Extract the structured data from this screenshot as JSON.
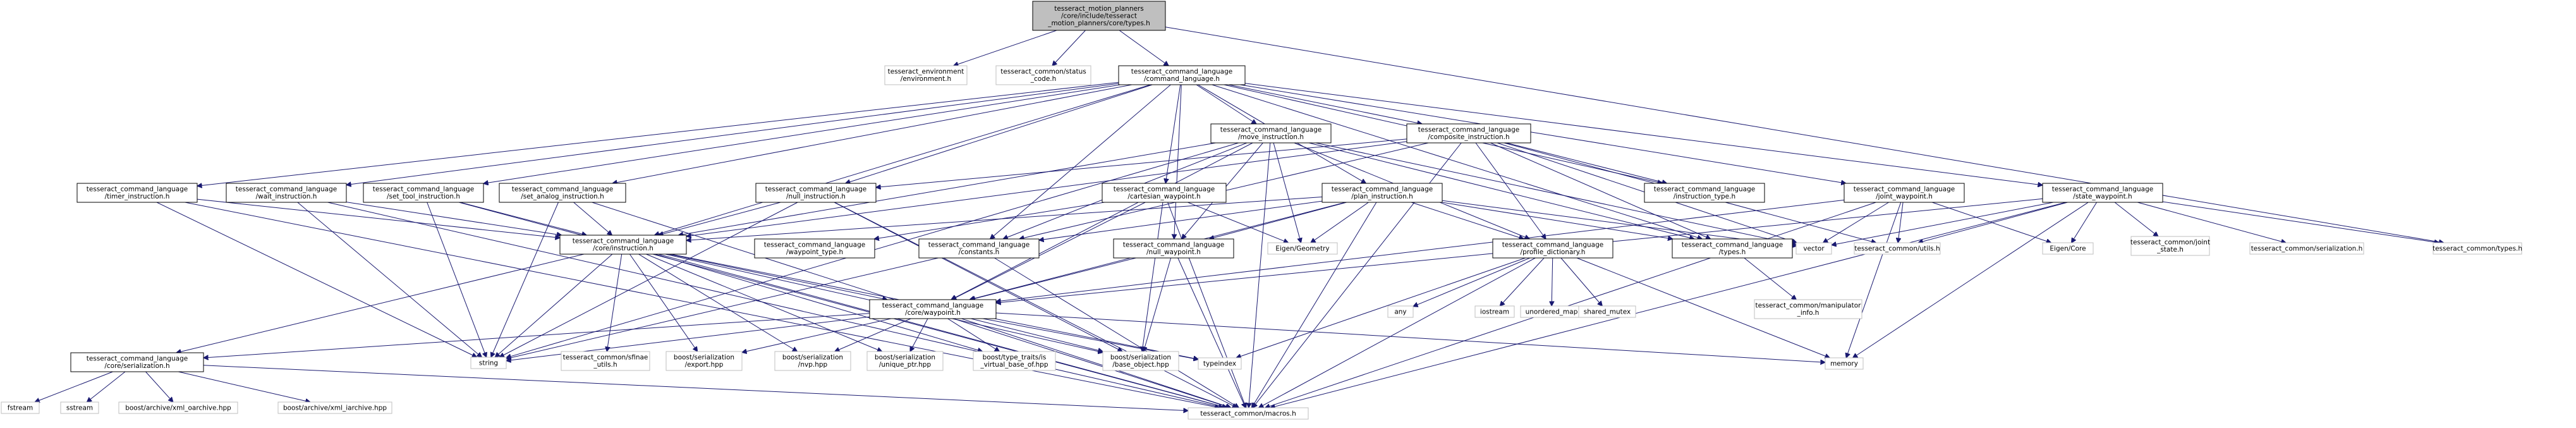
{
  "graph": {
    "colors": {
      "edge": "#191970",
      "normal_border": "#000000",
      "normal_fill": "#ffffff",
      "external_border": "#bfbfbf",
      "external_fill": "#ffffff",
      "root_fill": "#bfbfbf",
      "text": "#000000"
    },
    "nodes": [
      {
        "id": "root",
        "lines": [
          "tesseract_motion_planners",
          "/core/include/tesseract",
          "_motion_planners/core/types.h"
        ],
        "style": "root"
      },
      {
        "id": "env",
        "lines": [
          "tesseract_environment",
          "/environment.h"
        ],
        "style": "external"
      },
      {
        "id": "status",
        "lines": [
          "tesseract_common/status",
          "_code.h"
        ],
        "style": "external"
      },
      {
        "id": "cmdlang",
        "lines": [
          "tesseract_command_language",
          "/command_language.h"
        ],
        "style": "normal"
      },
      {
        "id": "move",
        "lines": [
          "tesseract_command_language",
          "/move_instruction.h"
        ],
        "style": "normal"
      },
      {
        "id": "composite",
        "lines": [
          "tesseract_command_language",
          "/composite_instruction.h"
        ],
        "style": "normal"
      },
      {
        "id": "timer",
        "lines": [
          "tesseract_command_language",
          "/timer_instruction.h"
        ],
        "style": "normal"
      },
      {
        "id": "wait",
        "lines": [
          "tesseract_command_language",
          "/wait_instruction.h"
        ],
        "style": "normal"
      },
      {
        "id": "settool",
        "lines": [
          "tesseract_command_language",
          "/set_tool_instruction.h"
        ],
        "style": "normal"
      },
      {
        "id": "setanalog",
        "lines": [
          "tesseract_command_language",
          "/set_analog_instruction.h"
        ],
        "style": "normal"
      },
      {
        "id": "nullinstr",
        "lines": [
          "tesseract_command_language",
          "/null_instruction.h"
        ],
        "style": "normal"
      },
      {
        "id": "cartesian",
        "lines": [
          "tesseract_command_language",
          "/cartesian_waypoint.h"
        ],
        "style": "normal"
      },
      {
        "id": "plan",
        "lines": [
          "tesseract_command_language",
          "/plan_instruction.h"
        ],
        "style": "normal"
      },
      {
        "id": "insttype",
        "lines": [
          "tesseract_command_language",
          "/instruction_type.h"
        ],
        "style": "normal"
      },
      {
        "id": "joint",
        "lines": [
          "tesseract_command_language",
          "/joint_waypoint.h"
        ],
        "style": "normal"
      },
      {
        "id": "state",
        "lines": [
          "tesseract_command_language",
          "/state_waypoint.h"
        ],
        "style": "normal"
      },
      {
        "id": "coreinstr",
        "lines": [
          "tesseract_command_language",
          "/core/instruction.h"
        ],
        "style": "normal"
      },
      {
        "id": "wptype",
        "lines": [
          "tesseract_command_language",
          "/waypoint_type.h"
        ],
        "style": "normal"
      },
      {
        "id": "constants",
        "lines": [
          "tesseract_command_language",
          "/constants.h"
        ],
        "style": "normal"
      },
      {
        "id": "nullwp",
        "lines": [
          "tesseract_command_language",
          "/null_waypoint.h"
        ],
        "style": "normal"
      },
      {
        "id": "eigeo",
        "lines": [
          "Eigen/Geometry"
        ],
        "style": "external"
      },
      {
        "id": "profdict",
        "lines": [
          "tesseract_command_language",
          "/profile_dictionary.h"
        ],
        "style": "normal"
      },
      {
        "id": "cltypes",
        "lines": [
          "tesseract_command_language",
          "/types.h"
        ],
        "style": "normal"
      },
      {
        "id": "vector",
        "lines": [
          "vector"
        ],
        "style": "external"
      },
      {
        "id": "cutils",
        "lines": [
          "tesseract_common/utils.h"
        ],
        "style": "external"
      },
      {
        "id": "eicore",
        "lines": [
          "Eigen/Core"
        ],
        "style": "external"
      },
      {
        "id": "jstate",
        "lines": [
          "tesseract_common/joint",
          "_state.h"
        ],
        "style": "external"
      },
      {
        "id": "cser",
        "lines": [
          "tesseract_common/serialization.h"
        ],
        "style": "external"
      },
      {
        "id": "ctypes",
        "lines": [
          "tesseract_common/types.h"
        ],
        "style": "external"
      },
      {
        "id": "corewp",
        "lines": [
          "tesseract_command_language",
          "/core/waypoint.h"
        ],
        "style": "normal"
      },
      {
        "id": "any",
        "lines": [
          "any"
        ],
        "style": "external"
      },
      {
        "id": "iostream",
        "lines": [
          "iostream"
        ],
        "style": "external"
      },
      {
        "id": "umap",
        "lines": [
          "unordered_map"
        ],
        "style": "external"
      },
      {
        "id": "smutex",
        "lines": [
          "shared_mutex"
        ],
        "style": "external"
      },
      {
        "id": "manip",
        "lines": [
          "tesseract_common/manipulator",
          "_info.h"
        ],
        "style": "external"
      },
      {
        "id": "coreser",
        "lines": [
          "tesseract_command_language",
          "/core/serialization.h"
        ],
        "style": "normal"
      },
      {
        "id": "string",
        "lines": [
          "string"
        ],
        "style": "external"
      },
      {
        "id": "sfinae",
        "lines": [
          "tesseract_common/sfinae",
          "_utils.h"
        ],
        "style": "external"
      },
      {
        "id": "bexport",
        "lines": [
          "boost/serialization",
          "/export.hpp"
        ],
        "style": "external"
      },
      {
        "id": "bnvp",
        "lines": [
          "boost/serialization",
          "/nvp.hpp"
        ],
        "style": "external"
      },
      {
        "id": "buniq",
        "lines": [
          "boost/serialization",
          "/unique_ptr.hpp"
        ],
        "style": "external"
      },
      {
        "id": "btraits",
        "lines": [
          "boost/type_traits/is",
          "_virtual_base_of.hpp"
        ],
        "style": "external"
      },
      {
        "id": "bbase",
        "lines": [
          "boost/serialization",
          "/base_object.hpp"
        ],
        "style": "external"
      },
      {
        "id": "typeindex",
        "lines": [
          "typeindex"
        ],
        "style": "external"
      },
      {
        "id": "memory",
        "lines": [
          "memory"
        ],
        "style": "external"
      },
      {
        "id": "fstream",
        "lines": [
          "fstream"
        ],
        "style": "external"
      },
      {
        "id": "sstream",
        "lines": [
          "sstream"
        ],
        "style": "external"
      },
      {
        "id": "xmlo",
        "lines": [
          "boost/archive/xml_oarchive.hpp"
        ],
        "style": "external"
      },
      {
        "id": "xmli",
        "lines": [
          "boost/archive/xml_iarchive.hpp"
        ],
        "style": "external"
      },
      {
        "id": "macros",
        "lines": [
          "tesseract_common/macros.h"
        ],
        "style": "external"
      }
    ],
    "edges": [
      [
        "root",
        "env"
      ],
      [
        "root",
        "status"
      ],
      [
        "root",
        "cmdlang"
      ],
      [
        "root",
        "ctypes"
      ],
      [
        "cmdlang",
        "move"
      ],
      [
        "cmdlang",
        "composite"
      ],
      [
        "cmdlang",
        "timer"
      ],
      [
        "cmdlang",
        "wait"
      ],
      [
        "cmdlang",
        "settool"
      ],
      [
        "cmdlang",
        "setanalog"
      ],
      [
        "cmdlang",
        "nullinstr"
      ],
      [
        "cmdlang",
        "cartesian"
      ],
      [
        "cmdlang",
        "plan"
      ],
      [
        "cmdlang",
        "insttype"
      ],
      [
        "cmdlang",
        "joint"
      ],
      [
        "cmdlang",
        "state"
      ],
      [
        "cmdlang",
        "constants"
      ],
      [
        "cmdlang",
        "nullwp"
      ],
      [
        "cmdlang",
        "cltypes"
      ],
      [
        "cmdlang",
        "coreinstr"
      ],
      [
        "move",
        "coreinstr"
      ],
      [
        "move",
        "constants"
      ],
      [
        "move",
        "nullwp"
      ],
      [
        "move",
        "eigeo"
      ],
      [
        "move",
        "profdict"
      ],
      [
        "move",
        "cltypes"
      ],
      [
        "move",
        "vector"
      ],
      [
        "move",
        "string"
      ],
      [
        "move",
        "corewp"
      ],
      [
        "move",
        "macros"
      ],
      [
        "composite",
        "coreinstr"
      ],
      [
        "composite",
        "constants"
      ],
      [
        "composite",
        "profdict"
      ],
      [
        "composite",
        "cltypes"
      ],
      [
        "composite",
        "vector"
      ],
      [
        "composite",
        "cutils"
      ],
      [
        "composite",
        "macros"
      ],
      [
        "composite",
        "insttype"
      ],
      [
        "composite",
        "nullinstr"
      ],
      [
        "timer",
        "coreinstr"
      ],
      [
        "timer",
        "string"
      ],
      [
        "timer",
        "macros"
      ],
      [
        "wait",
        "coreinstr"
      ],
      [
        "wait",
        "string"
      ],
      [
        "wait",
        "macros"
      ],
      [
        "settool",
        "coreinstr"
      ],
      [
        "settool",
        "string"
      ],
      [
        "settool",
        "macros"
      ],
      [
        "setanalog",
        "coreinstr"
      ],
      [
        "setanalog",
        "string"
      ],
      [
        "setanalog",
        "macros"
      ],
      [
        "nullinstr",
        "coreinstr"
      ],
      [
        "nullinstr",
        "string"
      ],
      [
        "nullinstr",
        "macros"
      ],
      [
        "nullinstr",
        "bbase"
      ],
      [
        "cartesian",
        "corewp"
      ],
      [
        "cartesian",
        "wptype"
      ],
      [
        "cartesian",
        "eigeo"
      ],
      [
        "cartesian",
        "macros"
      ],
      [
        "cartesian",
        "bbase"
      ],
      [
        "plan",
        "coreinstr"
      ],
      [
        "plan",
        "constants"
      ],
      [
        "plan",
        "nullwp"
      ],
      [
        "plan",
        "eigeo"
      ],
      [
        "plan",
        "profdict"
      ],
      [
        "plan",
        "cltypes"
      ],
      [
        "plan",
        "vector"
      ],
      [
        "plan",
        "corewp"
      ],
      [
        "plan",
        "macros"
      ],
      [
        "joint",
        "corewp"
      ],
      [
        "joint",
        "eicore"
      ],
      [
        "joint",
        "vector"
      ],
      [
        "joint",
        "cutils"
      ],
      [
        "joint",
        "memory"
      ],
      [
        "joint",
        "macros"
      ],
      [
        "state",
        "corewp"
      ],
      [
        "state",
        "eicore"
      ],
      [
        "state",
        "vector"
      ],
      [
        "state",
        "cutils"
      ],
      [
        "state",
        "jstate"
      ],
      [
        "state",
        "cser"
      ],
      [
        "state",
        "ctypes"
      ],
      [
        "state",
        "memory"
      ],
      [
        "state",
        "macros"
      ],
      [
        "coreinstr",
        "corewp"
      ],
      [
        "coreinstr",
        "coreser"
      ],
      [
        "coreinstr",
        "string"
      ],
      [
        "coreinstr",
        "sfinae"
      ],
      [
        "coreinstr",
        "bexport"
      ],
      [
        "coreinstr",
        "bnvp"
      ],
      [
        "coreinstr",
        "buniq"
      ],
      [
        "coreinstr",
        "btraits"
      ],
      [
        "coreinstr",
        "bbase"
      ],
      [
        "coreinstr",
        "typeindex"
      ],
      [
        "coreinstr",
        "macros"
      ],
      [
        "constants",
        "string"
      ],
      [
        "constants",
        "macros"
      ],
      [
        "nullwp",
        "corewp"
      ],
      [
        "nullwp",
        "bbase"
      ],
      [
        "nullwp",
        "macros"
      ],
      [
        "profdict",
        "any"
      ],
      [
        "profdict",
        "iostream"
      ],
      [
        "profdict",
        "umap"
      ],
      [
        "profdict",
        "smutex"
      ],
      [
        "profdict",
        "typeindex"
      ],
      [
        "profdict",
        "memory"
      ],
      [
        "profdict",
        "macros"
      ],
      [
        "cltypes",
        "manip"
      ],
      [
        "corewp",
        "coreser"
      ],
      [
        "corewp",
        "string"
      ],
      [
        "corewp",
        "bexport"
      ],
      [
        "corewp",
        "bnvp"
      ],
      [
        "corewp",
        "buniq"
      ],
      [
        "corewp",
        "btraits"
      ],
      [
        "corewp",
        "bbase"
      ],
      [
        "corewp",
        "typeindex"
      ],
      [
        "corewp",
        "memory"
      ],
      [
        "corewp",
        "macros"
      ],
      [
        "coreser",
        "fstream"
      ],
      [
        "coreser",
        "sstream"
      ],
      [
        "coreser",
        "xmlo"
      ],
      [
        "coreser",
        "xmli"
      ],
      [
        "coreser",
        "macros"
      ]
    ]
  }
}
